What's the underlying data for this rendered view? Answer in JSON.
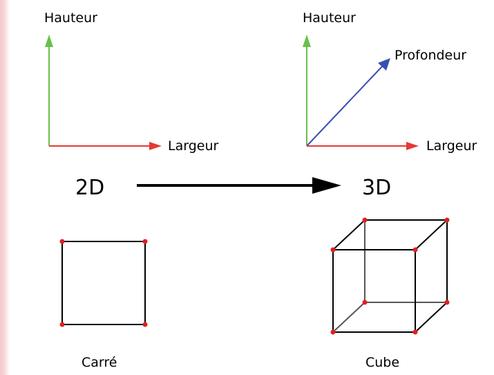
{
  "top_left_axes": {
    "vertical_label": "Hauteur",
    "horizontal_label": "Largeur"
  },
  "top_right_axes": {
    "vertical_label": "Hauteur",
    "diagonal_label": "Profondeur",
    "horizontal_label": "Largeur"
  },
  "transition": {
    "from_label": "2D",
    "to_label": "3D"
  },
  "shapes": {
    "square_label": "Carré",
    "cube_label": "Cube"
  },
  "colors": {
    "vertical_axis": "#6abf4b",
    "horizontal_axis": "#e53935",
    "depth_axis": "#3a4fb0",
    "vertex": "#e02020",
    "edge": "#000000",
    "hidden_edge": "#555555"
  }
}
